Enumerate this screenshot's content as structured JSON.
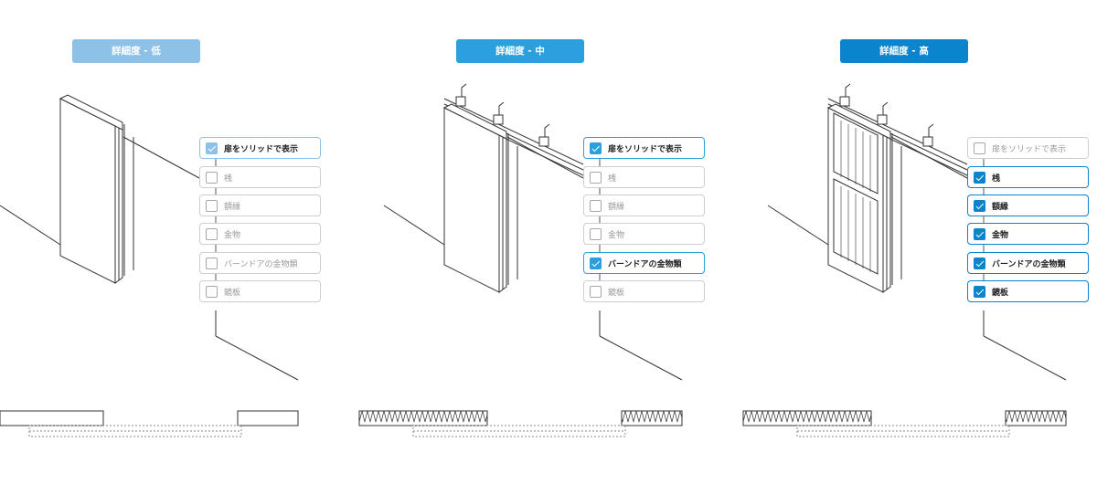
{
  "levels": [
    {
      "badge": "詳細度 - 低",
      "badge_color": "#8ec1e8",
      "accent_color": "#8ec1e8",
      "options": [
        {
          "label": "扉をソリッドで表示",
          "checked": true
        },
        {
          "label": "桟",
          "checked": false
        },
        {
          "label": "額縁",
          "checked": false
        },
        {
          "label": "金物",
          "checked": false
        },
        {
          "label": "バーンドアの金物類",
          "checked": false
        },
        {
          "label": "鏡板",
          "checked": false
        }
      ]
    },
    {
      "badge": "詳細度 - 中",
      "badge_color": "#2ca0de",
      "accent_color": "#2ca0de",
      "options": [
        {
          "label": "扉をソリッドで表示",
          "checked": true
        },
        {
          "label": "桟",
          "checked": false
        },
        {
          "label": "額縁",
          "checked": false
        },
        {
          "label": "金物",
          "checked": false
        },
        {
          "label": "バーンドアの金物類",
          "checked": true
        },
        {
          "label": "鏡板",
          "checked": false
        }
      ]
    },
    {
      "badge": "詳細度 - 高",
      "badge_color": "#0a84cc",
      "accent_color": "#0a84cc",
      "options": [
        {
          "label": "扉をソリッドで表示",
          "checked": false
        },
        {
          "label": "桟",
          "checked": true
        },
        {
          "label": "額縁",
          "checked": true
        },
        {
          "label": "金物",
          "checked": true
        },
        {
          "label": "バーンドアの金物類",
          "checked": true
        },
        {
          "label": "鏡板",
          "checked": true
        }
      ]
    }
  ]
}
